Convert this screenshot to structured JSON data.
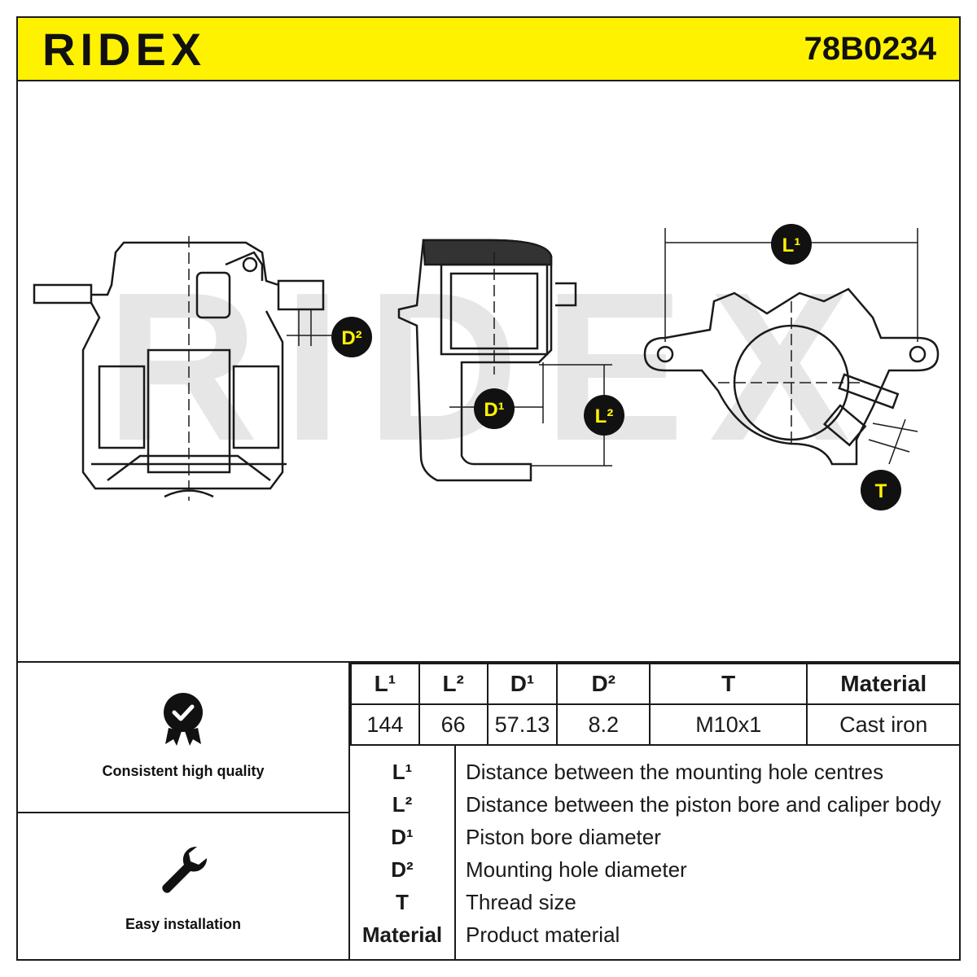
{
  "header": {
    "brand": "RIDEX",
    "part_number": "78B0234",
    "accent_color": "#fff200"
  },
  "drawing": {
    "watermark": "RIDEX",
    "callouts": {
      "l1": "L¹",
      "l2": "L²",
      "d1": "D¹",
      "d2": "D²",
      "t": "T"
    }
  },
  "features": [
    {
      "icon": "quality-badge-icon",
      "label": "Consistent high quality"
    },
    {
      "icon": "wrench-icon",
      "label": "Easy installation"
    }
  ],
  "spec_table": {
    "headers": [
      "L¹",
      "L²",
      "D¹",
      "D²",
      "T",
      "Material"
    ],
    "values": [
      "144",
      "66",
      "57.13",
      "8.2",
      "M10x1",
      "Cast iron"
    ]
  },
  "legend": [
    {
      "key": "L¹",
      "desc": "Distance between the mounting hole centres"
    },
    {
      "key": "L²",
      "desc": "Distance between the piston bore and caliper body"
    },
    {
      "key": "D¹",
      "desc": "Piston bore diameter"
    },
    {
      "key": "D²",
      "desc": "Mounting hole diameter"
    },
    {
      "key": "T",
      "desc": "Thread size"
    },
    {
      "key": "Material",
      "desc": "Product material"
    }
  ]
}
